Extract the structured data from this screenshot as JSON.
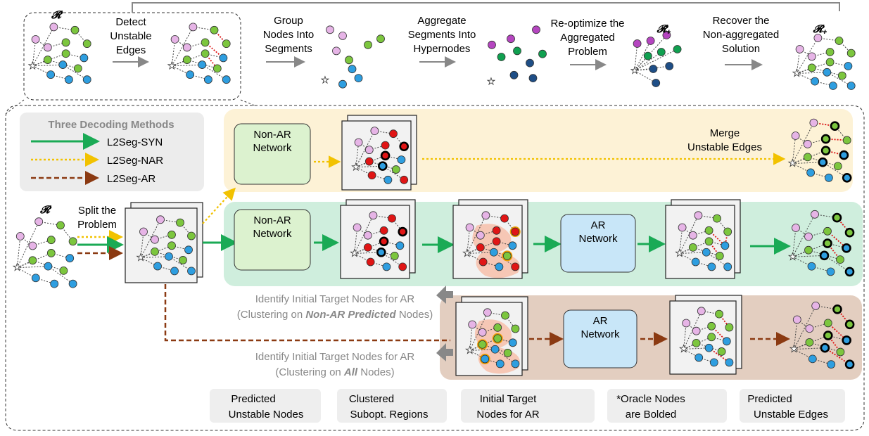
{
  "top": {
    "r_label": "𝓡",
    "steps": [
      "Detect",
      "Unstable",
      "Edges"
    ],
    "group": [
      "Group",
      "Nodes Into",
      "Segments"
    ],
    "aggregate": [
      "Aggregate",
      "Segments Into",
      "Hypernodes"
    ],
    "reopt": [
      "Re-optimize the",
      "Aggregated",
      "Problem"
    ],
    "r_tilde_label": "𝓡̃₊",
    "recover": [
      "Recover the",
      "Non-aggregated",
      "Solution"
    ],
    "r_plus_label": "𝓡₊"
  },
  "legend_methods": {
    "title": "Three Decoding Methods",
    "items": [
      "L2Seg-SYN",
      "L2Seg-NAR",
      "L2Seg-AR"
    ],
    "colors": [
      "#1aaa55",
      "#f2c200",
      "#8b3a12"
    ]
  },
  "left": {
    "r_label": "𝓡",
    "split": [
      "Split the",
      "Problem"
    ]
  },
  "rows": {
    "nar_network": [
      "Non-AR",
      "Network"
    ],
    "merge": [
      "Merge",
      "Unstable Edges"
    ],
    "syn_network": [
      "Non-AR",
      "Network"
    ],
    "ar_network_syn": [
      "AR",
      "Network"
    ],
    "ar_network_ar": [
      "AR",
      "Network"
    ]
  },
  "annotations": {
    "identify1_line1": "Identify Initial Target Nodes for AR",
    "identify1_pre": "(Clustering on ",
    "identify1_em": "Non-AR Predicted",
    "identify1_post": " Nodes)",
    "identify2_line1": "Identify Initial Target Nodes for AR",
    "identify2_pre": "(Clustering on ",
    "identify2_em": "All",
    "identify2_post": " Nodes)"
  },
  "bottom_legend": [
    [
      "Predicted",
      "Unstable Nodes"
    ],
    [
      "Clustered",
      "Subopt. Regions"
    ],
    [
      "Initial Target",
      "Nodes for AR"
    ],
    [
      "*Oracle Nodes",
      "are Bolded"
    ],
    [
      "Predicted",
      "Unstable Edges"
    ]
  ],
  "colors": {
    "pink": "#e6b4e6",
    "green": "#7cc63e",
    "blue": "#2e9ee0",
    "red": "#e01515",
    "purple": "#b545c0",
    "darkgreen": "#10a050",
    "navy": "#1e4e86",
    "nar_bg": "#fdf2d6",
    "syn_bg": "#cfeedd",
    "ar_bg": "#e3cec0"
  }
}
